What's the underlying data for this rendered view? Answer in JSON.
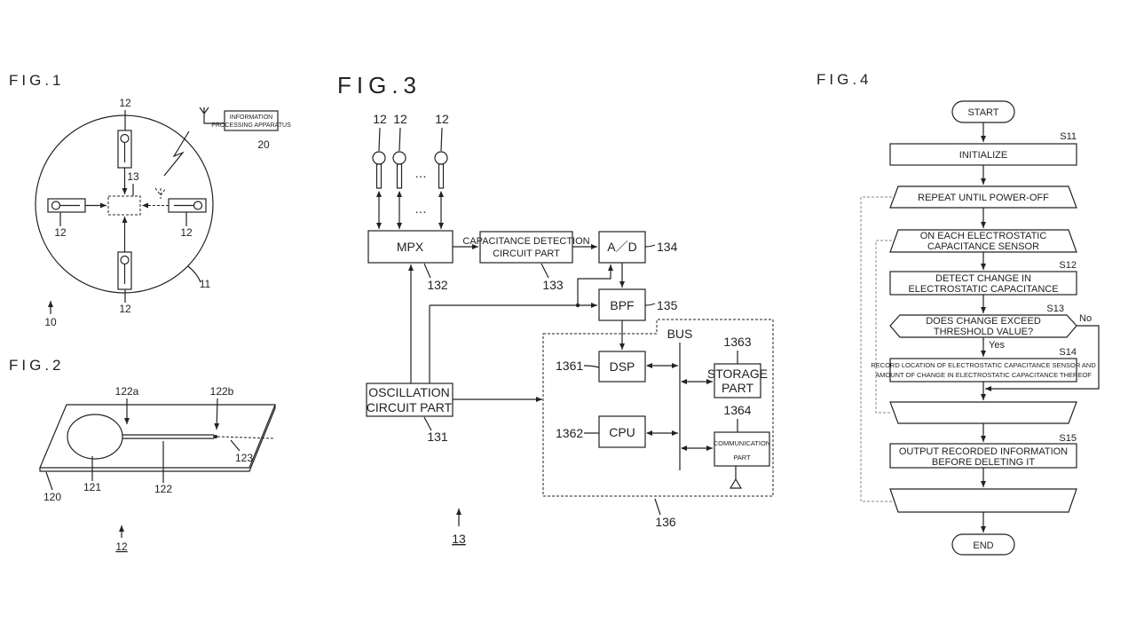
{
  "fig1": {
    "title": "FIG.1",
    "sensor_label": "12",
    "module_label": "13",
    "device_label": "11",
    "system_label": "10",
    "info_line1": "INFORMATION",
    "info_line2": "PROCESSING APPARATUS",
    "info_label": "20"
  },
  "fig2": {
    "title": "FIG.2",
    "label_122a": "122a",
    "label_122b": "122b",
    "label_120": "120",
    "label_121": "121",
    "label_122": "122",
    "label_123": "123",
    "label_12": "12"
  },
  "fig3": {
    "title": "FIG.3",
    "sensor_label": "12",
    "ellipsis": "…",
    "mpx": "MPX",
    "mpx_ref": "132",
    "cap_line1": "CAPACITANCE DETECTION",
    "cap_line2": "CIRCUIT PART",
    "cap_ref": "133",
    "ad": "A／D",
    "ad_ref": "134",
    "bpf": "BPF",
    "bpf_ref": "135",
    "bus": "BUS",
    "dsp": "DSP",
    "dsp_ref": "1361",
    "cpu": "CPU",
    "cpu_ref": "1362",
    "storage_line1": "STORAGE",
    "storage_line2": "PART",
    "storage_ref": "1363",
    "comm_line1": "COMMUNICATION",
    "comm_line2": "PART",
    "comm_ref": "1364",
    "osc_line1": "OSCILLATION",
    "osc_line2": "CIRCUIT PART",
    "osc_ref": "131",
    "group_ref": "136",
    "module_ref": "13"
  },
  "fig4": {
    "title": "FIG.4",
    "start": "START",
    "s11": "S11",
    "initialize": "INITIALIZE",
    "repeat": "REPEAT UNTIL POWER-OFF",
    "each_line1": "ON EACH ELECTROSTATIC",
    "each_line2": "CAPACITANCE SENSOR",
    "s12": "S12",
    "detect_line1": "DETECT CHANGE IN",
    "detect_line2": "ELECTROSTATIC CAPACITANCE",
    "s13": "S13",
    "dec_line1": "DOES CHANGE EXCEED",
    "dec_line2": "THRESHOLD VALUE?",
    "yes": "Yes",
    "no": "No",
    "s14": "S14",
    "rec_line1": "RECORD LOCATION OF ELECTROSTATIC CAPACITANCE SENSOR AND",
    "rec_line2": "AMOUNT OF CHANGE IN ELECTROSTATIC CAPACITANCE THEREOF",
    "s15": "S15",
    "out_line1": "OUTPUT RECORDED INFORMATION",
    "out_line2": "BEFORE DELETING IT",
    "end": "END"
  }
}
